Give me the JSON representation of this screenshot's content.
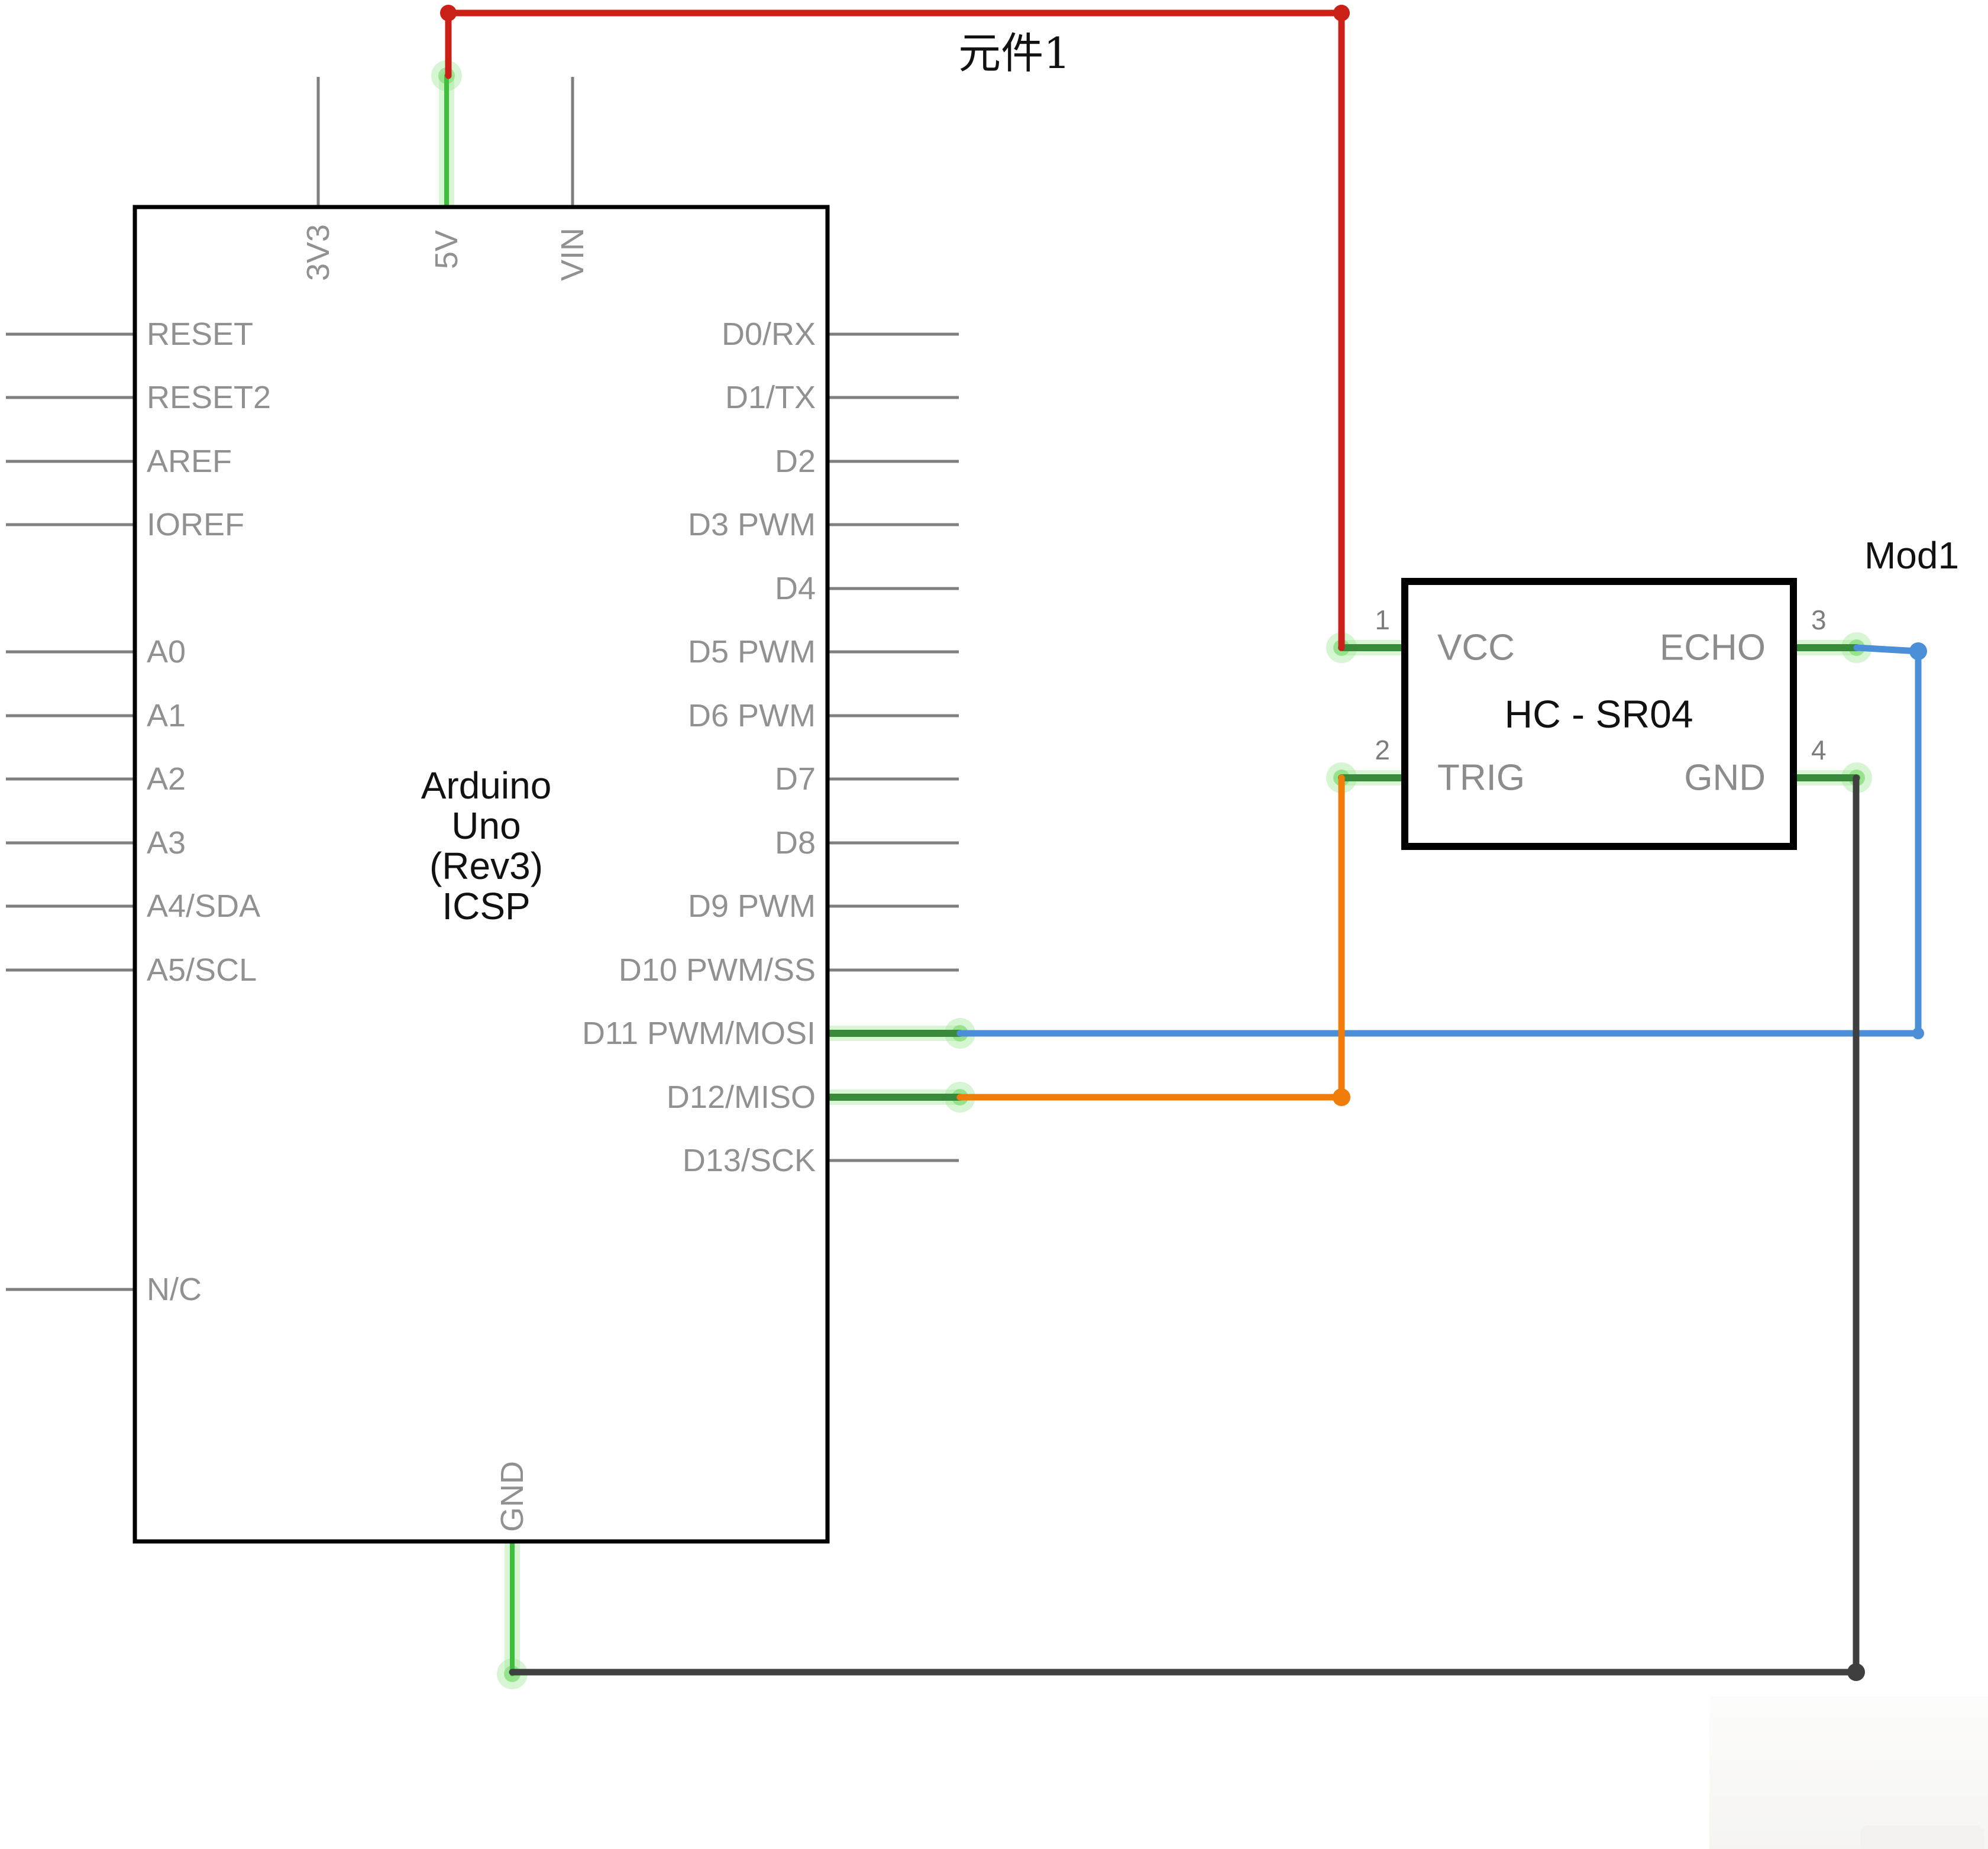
{
  "net_label": "元件1",
  "arduino": {
    "title_lines": [
      "Arduino",
      "Uno",
      "(Rev3)",
      "ICSP"
    ],
    "left_pins": [
      "RESET",
      "RESET2",
      "AREF",
      "IOREF",
      "A0",
      "A1",
      "A2",
      "A3",
      "A4/SDA",
      "A5/SCL",
      "N/C"
    ],
    "right_pins": [
      "D0/RX",
      "D1/TX",
      "D2",
      "D3 PWM",
      "D4",
      "D5 PWM",
      "D6 PWM",
      "D7",
      "D8",
      "D9 PWM",
      "D10 PWM/SS",
      "D11 PWM/MOSI",
      "D12/MISO",
      "D13/SCK"
    ],
    "top_pins": [
      "3V3",
      "5V",
      "VIN"
    ],
    "bottom_pins": [
      "GND"
    ]
  },
  "sensor": {
    "designator": "Mod1",
    "title": "HC - SR04",
    "pins": [
      {
        "num": "1",
        "label": "VCC"
      },
      {
        "num": "2",
        "label": "TRIG"
      },
      {
        "num": "3",
        "label": "ECHO"
      },
      {
        "num": "4",
        "label": "GND"
      }
    ]
  },
  "colors": {
    "wire_red": "#cb2018",
    "wire_orange": "#f07c0a",
    "wire_blue": "#4a8fd8",
    "wire_dark": "#3f3f3f",
    "pin_green_dark": "#3a8a3c",
    "pin_green_bright": "#3dbf3d",
    "pin_glow": "#a5e89b",
    "stub_gray": "#7f7f7f",
    "box_black": "#000000"
  }
}
